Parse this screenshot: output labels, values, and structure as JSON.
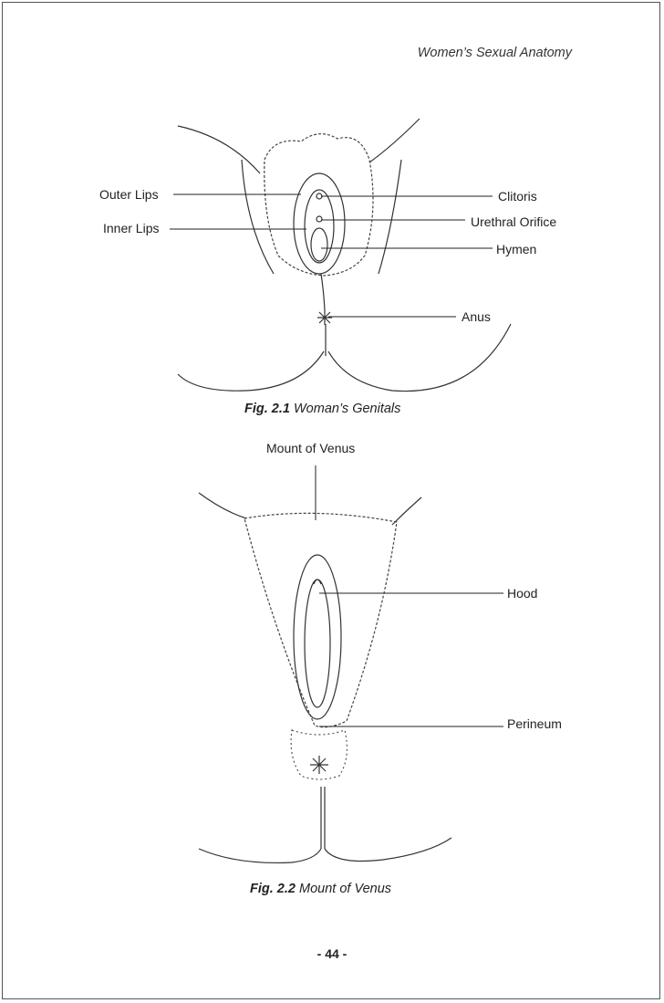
{
  "header": {
    "running_title": "Women’s Sexual Anatomy"
  },
  "figure1": {
    "labels": {
      "outer_lips": "Outer Lips",
      "inner_lips": "Inner Lips",
      "clitoris": "Clitoris",
      "urethral_orifice": "Urethral Orifice",
      "hymen": "Hymen",
      "anus": "Anus"
    },
    "caption": {
      "number": "Fig. 2.1",
      "title": "Woman’s Genitals"
    }
  },
  "figure2": {
    "labels": {
      "mount_of_venus": "Mount of Venus",
      "hood": "Hood",
      "perineum": "Perineum"
    },
    "caption": {
      "number": "Fig. 2.2",
      "title": "Mount of Venus"
    }
  },
  "footer": {
    "page_number": "- 44 -"
  }
}
